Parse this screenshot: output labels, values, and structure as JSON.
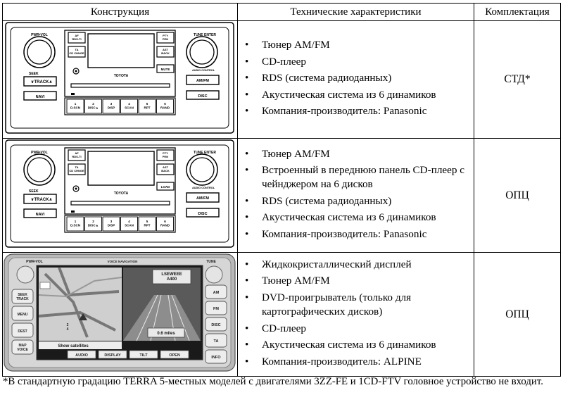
{
  "headers": [
    "Конструкция",
    "Технические характеристики",
    "Комплектация"
  ],
  "bullet": "•",
  "rows": [
    {
      "features": [
        "Тюнер AM/FM",
        "CD-плеер",
        "RDS (система радиоданных)",
        "Акустическая система из 6 динамиков",
        "Компания-производитель: Panasonic"
      ],
      "kit": "СТД*",
      "unit": {
        "left_knob": "PWR•VOL",
        "seek": "SEEK",
        "track": "TRACK",
        "navi": "NAVI",
        "btn_af": "AF\nRDS-TI",
        "btn_ta": "TA\nCD CHNGE",
        "btn_pty": "PTY\nPEN",
        "btn_ast": "AST\nBACK",
        "btn_mute": "MUTE",
        "brand": "TOYOTA",
        "right_labels": "TUNE ENTER",
        "audio_control": "AUDIO CONTROL",
        "amfm": "AM/FM",
        "disc": "DISC",
        "presets": [
          "1\nD.SCN",
          "2\nDISC▲",
          "3\nDISP",
          "4\nSCAN",
          "5\nRPT",
          "6\nRAND"
        ]
      }
    },
    {
      "features": [
        "Тюнер AM/FM",
        "Встроенный в переднюю панель CD-плеер с чейнджером на 6 дисков",
        "RDS (система радиоданных)",
        "Акустическая система из 6 динамиков",
        "Компания-производитель: Panasonic"
      ],
      "kit": "ОПЦ",
      "unit": {
        "left_knob": "PWR•VOL",
        "seek": "SEEK",
        "track": "TRACK",
        "navi": "NAVI",
        "btn_af": "AF\nRDS-TI",
        "btn_ta": "TA\nCD CHNGE",
        "btn_pty": "PTY\nPEN",
        "btn_ast": "AST\nBACK",
        "btn_mute": "LOAD",
        "brand": "TOYOTA",
        "right_labels": "TUNE ENTER",
        "audio_control": "AUDIO CONTROL",
        "amfm": "AM/FM",
        "disc": "DISC",
        "presets": [
          "1\nD.SCN",
          "2\nDISC▲",
          "3\nDISP",
          "4\nSCAN",
          "5\nRPT",
          "6\nRAND"
        ]
      }
    },
    {
      "features": [
        "Жидкокристаллический дисплей",
        "Тюнер AM/FM",
        "DVD-проигрыватель (только для картографических дисков)",
        "CD-плеер",
        "Акустическая система из 6 динамиков",
        "Компания-производитель: ALPINE"
      ],
      "kit": "ОПЦ",
      "nav": {
        "top_left": "PWR•VOL",
        "top_center": "VOICE NAVIGATION",
        "top_right": "TUNE",
        "left_btns": [
          "SEEK\nTRACK",
          "MENU",
          "DEST",
          "MAP\nVOICE"
        ],
        "right_btns": [
          "AM",
          "FM",
          "DISC",
          "TA",
          "INFO"
        ],
        "street": "LSEWEEE\nA400",
        "dist": "0.6 miles",
        "show": "Show satellites",
        "bottom_btns": [
          "AUDIO",
          "DISPLAY",
          "TILT",
          "OPEN"
        ],
        "side_nums": "2\n4"
      }
    }
  ],
  "footnote": "*В стандартную градацию TERRA 5-местных моделей с двигателями 3ZZ-FE и 1CD-FTV головное устройство не входит."
}
